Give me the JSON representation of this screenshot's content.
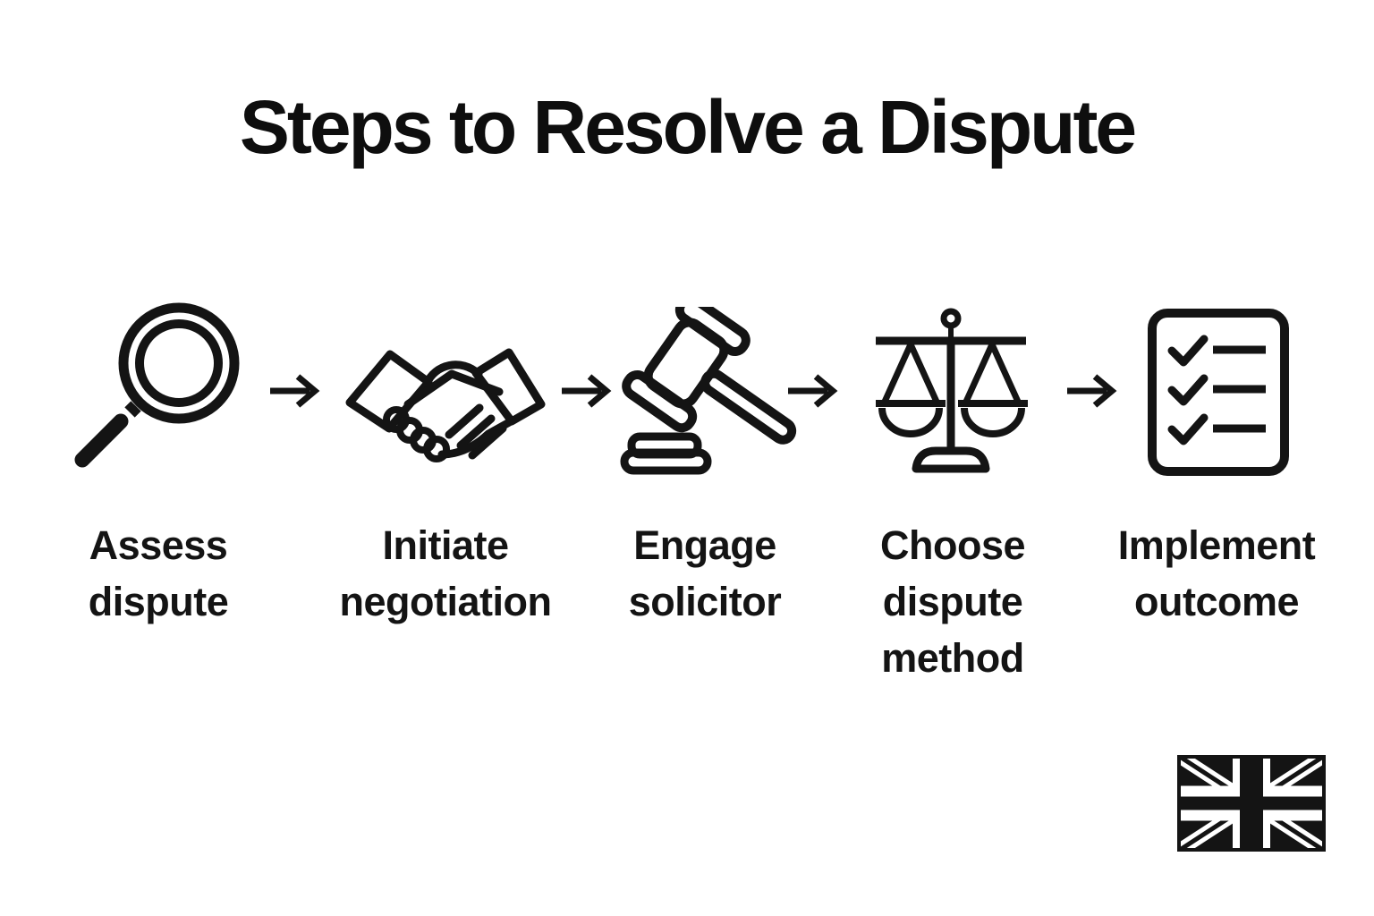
{
  "title": "Steps to Resolve a Dispute",
  "colors": {
    "ink": "#141414",
    "background": "#ffffff"
  },
  "steps": [
    {
      "icon": "magnifying-glass-icon",
      "label": "Assess\ndispute"
    },
    {
      "icon": "handshake-icon",
      "label": "Initiate\nnegotiation"
    },
    {
      "icon": "gavel-icon",
      "label": "Engage\nsolicitor"
    },
    {
      "icon": "scales-of-justice-icon",
      "label": "Choose\ndispute\nmethod"
    },
    {
      "icon": "checklist-icon",
      "label": "Implement\noutcome"
    }
  ],
  "connector": "right-arrow-icon",
  "footer": {
    "flag": "union-jack-flag"
  }
}
